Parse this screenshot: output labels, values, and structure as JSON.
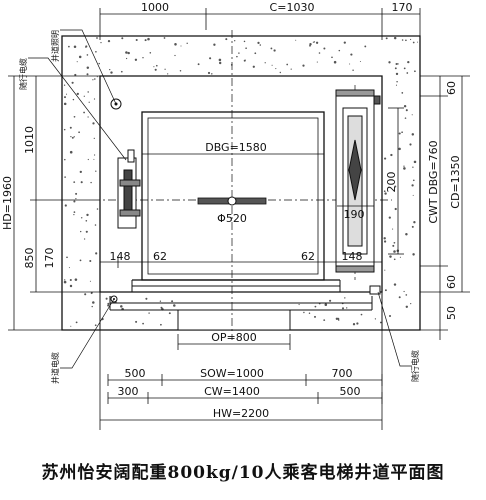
{
  "caption": "苏州怡安阔配重800kg/10人乘客电梯井道平面图",
  "dimensions": {
    "top_1000": "1000",
    "top_c": "C=1030",
    "top_170": "170",
    "dbg": "DBG=1580",
    "phi520": "Φ520",
    "dim_200": "200",
    "dim_190": "190",
    "dbg_cwt": "CWT DBG=760",
    "cd": "CD=1350",
    "right_60_top": "60",
    "right_60_bottom": "60",
    "right_50": "50",
    "hd": "HD=1960",
    "left_1010": "1010",
    "left_170": "170",
    "left_850": "850",
    "left_148": "148",
    "right_148": "148",
    "gap_62_left": "62",
    "gap_62_right": "62",
    "op": "OP=800",
    "sow": "SOW=1000",
    "dim_500_left": "500",
    "dim_700": "700",
    "cw": "CW=1400",
    "dim_300": "300",
    "dim_500_right": "500",
    "hw": "HW=2200"
  },
  "labels": {
    "shaft_lighting": "井道照明",
    "lift_cable": "随行电缆",
    "shaft_cable": "井道电缆",
    "travel_cable": "随行电缆"
  },
  "colors": {
    "line": "#111111",
    "wall_fill": "#ffffff",
    "dot": "#555555"
  }
}
